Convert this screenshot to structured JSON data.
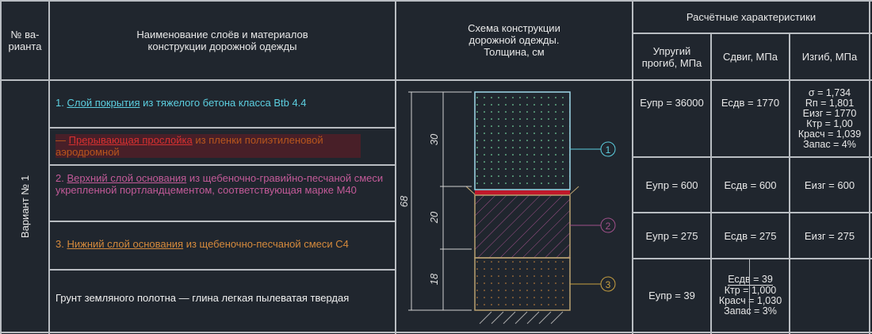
{
  "header": {
    "variant_col": "№ ва-\nрианта",
    "layers_col": "Наименование слоёв и материалов\nконструкции дорожной одежды",
    "scheme_col": "Схема конструкции\nдорожной одежды.\nТолщина, см",
    "calc_group": "Расчётные характеристики",
    "elastic_col": "Упругий\nпрогиб, МПа",
    "shear_col": "Сдвиг, МПа",
    "bend_col": "Изгиб, МПа"
  },
  "variant": "Вариант № 1",
  "layers": [
    {
      "prefix": "1. ",
      "name": "Слой покрытия",
      "rest": " из тяжелого бетона класса Btb 4.4",
      "color": "#5ccfe0"
    },
    {
      "prefix": "— ",
      "name": "Прерывающая прослойка",
      "rest": " из пленки полиэтиленовой аэродромной",
      "color": "#c03a2a"
    },
    {
      "prefix": "2. ",
      "name": "Верхний слой основания",
      "rest": " из щебеночно-гравийно-песчаной смеси  укрепленной портландцементом, соответствующая марке М40",
      "color": "#c25a98"
    },
    {
      "prefix": "3. ",
      "name": "Нижний слой основания",
      "rest": " из щебеночно-песчаной смеси С4",
      "color": "#d58a3c"
    },
    {
      "prefix": "",
      "name": "",
      "rest": "Грунт земляного полотна — глина легкая пылеватая твердая",
      "color": "#f0f0f0"
    }
  ],
  "scheme": {
    "total": "68",
    "dims": [
      "30",
      "20",
      "18"
    ],
    "markers": [
      "1",
      "2",
      "3"
    ]
  },
  "calc": [
    {
      "elastic": "Еупр = 36000",
      "shear": [
        "Есдв = 1770"
      ],
      "bend": [
        "σ = 1,734",
        "Rп = 1,801",
        "Еизг = 1770",
        "Ктр = 1,00",
        "Красч = 1,039",
        "Запас = 4%"
      ]
    },
    {
      "elastic": "Еупр = 600",
      "shear": [
        "Есдв = 600"
      ],
      "bend": [
        "Еизг = 600"
      ]
    },
    {
      "elastic": "Еупр = 275",
      "shear": [
        "Есдв = 275"
      ],
      "bend": [
        "Еизг = 275"
      ]
    },
    {
      "elastic": "Еупр = 39",
      "shear": [
        "Есдв = 39",
        "Ктр = 1,000",
        "Красч = 1,030",
        "Запас = 3%"
      ],
      "bend": []
    }
  ]
}
